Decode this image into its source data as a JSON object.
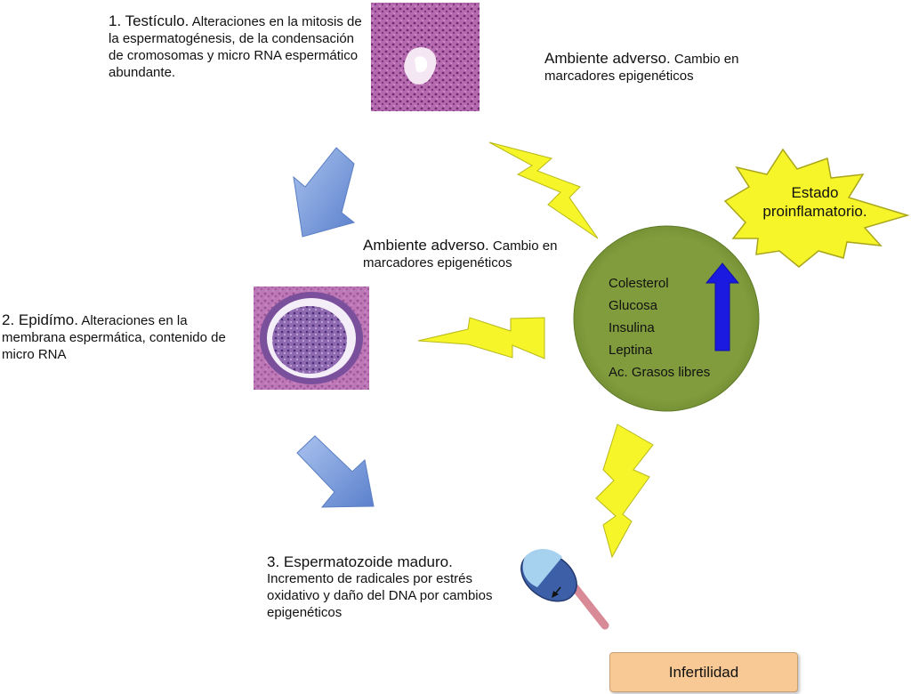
{
  "step1": {
    "title": "1. Testículo.",
    "desc": "Alteraciones en la mitosis de la espermatogénesis, de la condensación de cromosomas y micro RNA espermático abundante."
  },
  "step2": {
    "title": "2. Epidímo.",
    "desc": "Alteraciones en la membrana espermática, contenido de micro RNA"
  },
  "step3": {
    "title": "3. Espermatozoide maduro.",
    "desc": "Incremento de radicales por estrés oxidativo y daño del DNA por cambios epigenéticos"
  },
  "adverse_top": {
    "title": "Ambiente adverso.",
    "desc": "Cambio en marcadores epigenéticos"
  },
  "adverse_mid": {
    "title": "Ambiente adverso.",
    "desc": "Cambio en marcadores epigenéticos"
  },
  "burst": {
    "line1": "Estado",
    "line2": "proinflamatorio."
  },
  "circle": {
    "items": [
      "Colesterol",
      "Glucosa",
      "Insulina",
      "Leptina",
      "Ac. Grasos libres"
    ]
  },
  "outcome": "Infertilidad",
  "colors": {
    "circle_fill": "#7f9b3c",
    "bolt_fill": "#f5f52a",
    "burst_fill": "#f5f52a",
    "arrow_blue": "#6f92d6",
    "up_arrow": "#1a1ae0",
    "outcome_fill": "#f8c994"
  }
}
